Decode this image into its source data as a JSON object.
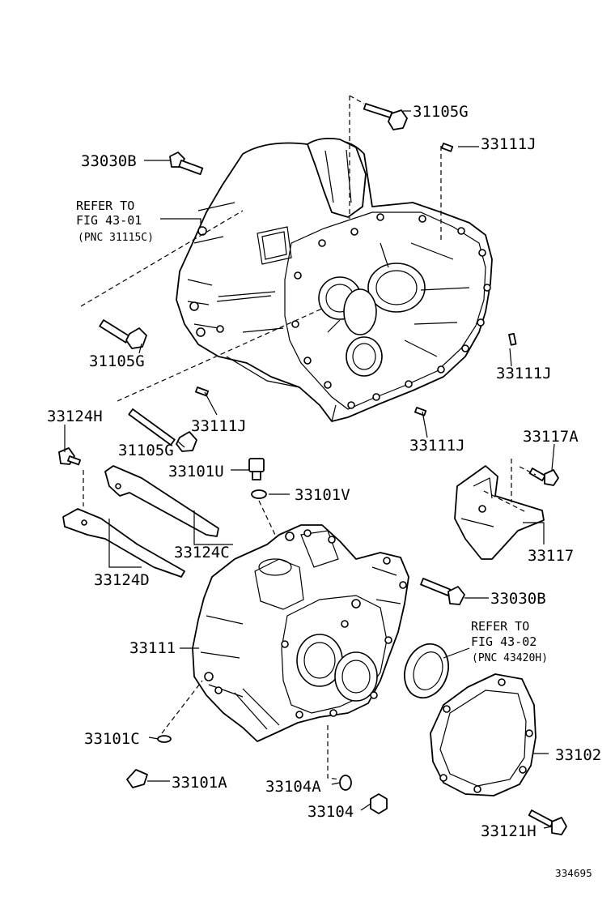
{
  "diagram_code": "334695",
  "labels": {
    "b_31105G_top": "31105G",
    "p_33111J_top": "33111J",
    "b_33030B_top": "33030B",
    "b_31105G_left": "31105G",
    "p_33111J_right": "33111J",
    "p_33111J_center": "33111J",
    "b_33124H": "33124H",
    "b_31105G_mid": "31105G",
    "p_33111J_bottom": "33111J",
    "b_33117A": "33117A",
    "p_33101U": "33101U",
    "p_33101V": "33101V",
    "p_33124C": "33124C",
    "p_33124D": "33124D",
    "p_33117": "33117",
    "b_33030B_right": "33030B",
    "p_33111": "33111",
    "p_33101C": "33101C",
    "p_33101A": "33101A",
    "p_33104A": "33104A",
    "p_33104": "33104",
    "p_33102": "33102",
    "b_33121H": "33121H"
  },
  "refer_1": {
    "line1": "REFER TO",
    "line2": "FIG 43-01",
    "line3": "(PNC 31115C)"
  },
  "refer_2": {
    "line1": "REFER TO",
    "line2": "FIG 43-02",
    "line3": "(PNC 43420H)"
  }
}
